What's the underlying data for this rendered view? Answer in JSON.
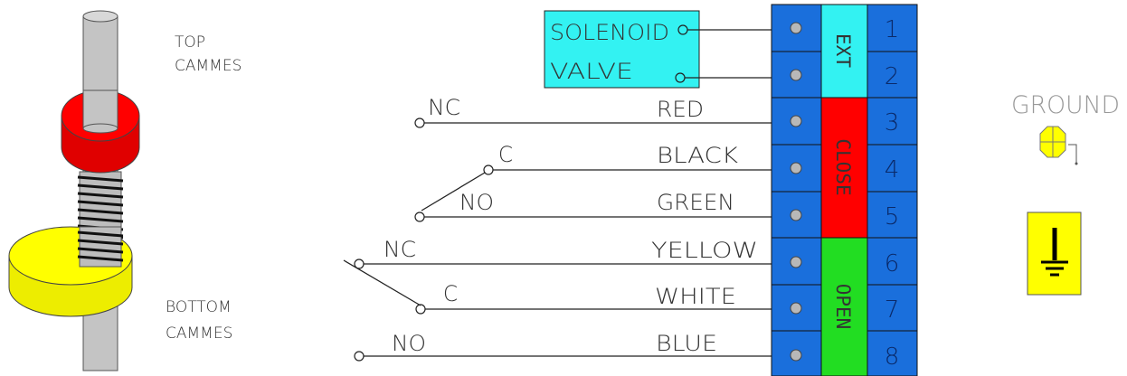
{
  "cam_labels": {
    "top_line1": "TOP",
    "top_line2": "CAMMES",
    "bottom_line1": "BOTTOM",
    "bottom_line2": "CAMMES"
  },
  "solenoid": {
    "line1": "SOLENOID",
    "line2": "VALVE",
    "color": "#33f2f2"
  },
  "wires": [
    {
      "label": "RED",
      "switch_label": "NC"
    },
    {
      "label": "BLACK",
      "switch_label": "C"
    },
    {
      "label": "GREEN",
      "switch_label": "NO"
    },
    {
      "label": "YELLOW",
      "switch_label": "NC"
    },
    {
      "label": "WHITE",
      "switch_label": "C"
    },
    {
      "label": "BLUE",
      "switch_label": "NO"
    }
  ],
  "terminals": [
    "1",
    "2",
    "3",
    "4",
    "5",
    "6",
    "7",
    "8"
  ],
  "groups": [
    {
      "label": "EXT",
      "color": "#33f2f2"
    },
    {
      "label": "CLOSE",
      "color": "#ff0000"
    },
    {
      "label": "OPEN",
      "color": "#22dd22"
    }
  ],
  "ground": {
    "label": "GROUND",
    "color": "#ffff00"
  },
  "colors": {
    "terminal_block": "#1a6fdc",
    "top_cam": "#ff0000",
    "bottom_cam": "#ffff00",
    "shaft": "#c4c4c4"
  },
  "icons": [
    "shaft-icon",
    "spring-icon",
    "top-cam-icon",
    "bottom-cam-icon",
    "screw-terminal-icon",
    "ground-screw-icon",
    "ground-symbol-icon"
  ]
}
